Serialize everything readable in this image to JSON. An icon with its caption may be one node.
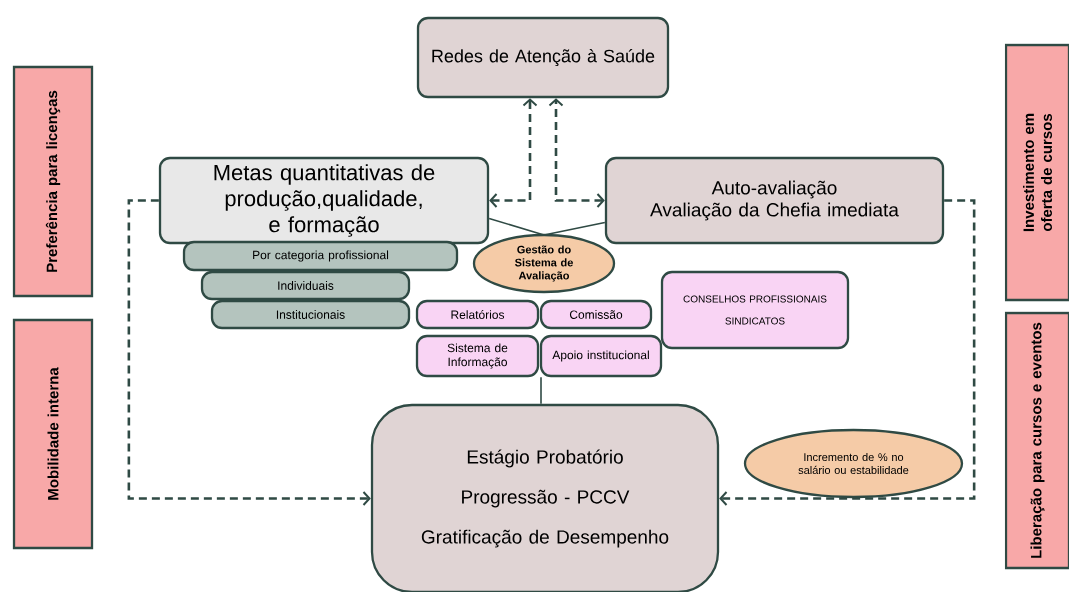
{
  "diagram": {
    "nodes": [
      {
        "text": [
          "Redes de Atenção à Saúde"
        ]
      },
      {
        "text": [
          "Metas quantitativas de produção,qualidade, e formação"
        ]
      },
      {
        "text": [
          "Auto-avaliação",
          "Avaliação da Chefia imediata"
        ]
      },
      {
        "text": [
          "Por categoria profissional"
        ]
      },
      {
        "text": [
          "Individuais"
        ]
      },
      {
        "text": [
          "Institucionais"
        ]
      },
      {
        "text": [
          "Gestão do Sistema de Avaliação"
        ]
      },
      {
        "text": [
          "Relatórios"
        ]
      },
      {
        "text": [
          "Comissão"
        ]
      },
      {
        "text": [
          "CONSELHOS PROFISSIONAIS",
          "SINDICATOS"
        ]
      },
      {
        "text": [
          "Sistema de Informação"
        ]
      },
      {
        "text": [
          "Apoio institucional"
        ]
      },
      {
        "text": [
          "Estágio Probatório",
          "Progressão - PCCV",
          "Gratificação de Desempenho"
        ]
      },
      {
        "text": [
          "Incremento de % no salário ou estabilidade"
        ]
      },
      {
        "text": [
          "Preferência para licenças"
        ]
      },
      {
        "text": [
          "Mobilidade interna"
        ]
      },
      {
        "text": [
          "Investimento em oferta de cursos"
        ]
      },
      {
        "text": [
          "Liberação para cursos e eventos"
        ]
      }
    ],
    "edges": [
      {
        "from": 1,
        "to": 0,
        "arrow": "both",
        "style": "dashed"
      },
      {
        "from": 2,
        "to": 0,
        "arrow": "both",
        "style": "dashed"
      },
      {
        "from": 1,
        "to": 12,
        "arrow": "to",
        "style": "dashed"
      },
      {
        "from": 2,
        "to": 12,
        "arrow": "to",
        "style": "dashed"
      },
      {
        "from": 1,
        "to": 6,
        "arrow": "none"
      },
      {
        "from": 2,
        "to": 6,
        "arrow": "none"
      },
      {
        "from": 11,
        "to": 12,
        "arrow": "none"
      }
    ]
  }
}
